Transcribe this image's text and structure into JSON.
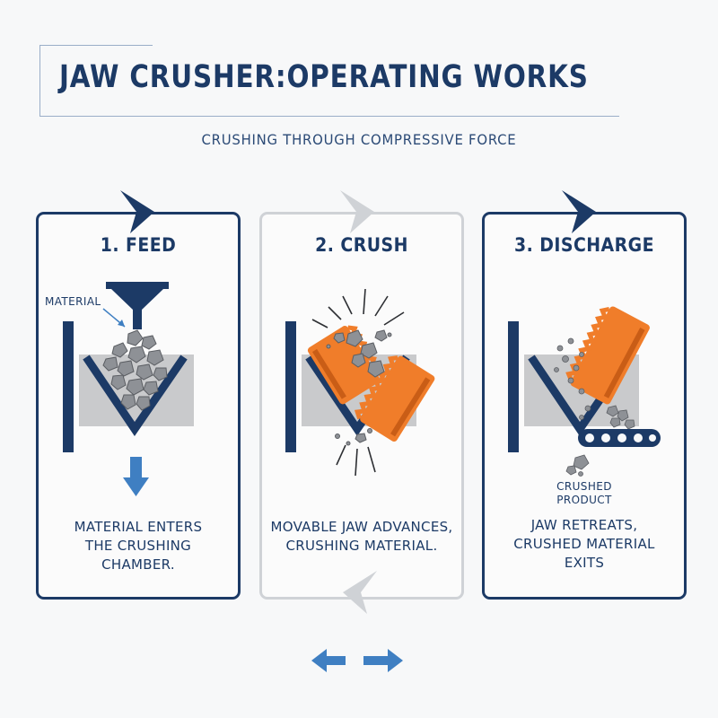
{
  "title": "JAW CRUSHER:OPERATING WORKS",
  "subtitle": "CRUSHING THROUGH COMPRESSIVE FORCE",
  "colors": {
    "navy": "#1c3a66",
    "orange": "#f07d2a",
    "rock": "#8b8e93",
    "arrow_blue": "#3f7fc2",
    "chamber_gray": "#c9cacc"
  },
  "steps": [
    {
      "heading": "1. FEED",
      "caption_lines": [
        "MATERIAL ENTERS",
        "THE CRUSHING",
        "CHAMBER."
      ],
      "label": "MATERIAL"
    },
    {
      "heading": "2. CRUSH",
      "caption_lines": [
        "MOVABLE JAW ADVANCES,",
        "CRUSHING MATERIAL."
      ]
    },
    {
      "heading": "3. DISCHARGE",
      "caption_lines": [
        "JAW RETREATS,",
        "CRUSHED MATERIAL",
        "EXITS"
      ],
      "product_lines": [
        "CRUSHED",
        "PRODUCT"
      ]
    }
  ],
  "icons": [
    "cycle-arrow-icon",
    "funnel-icon",
    "down-arrow-icon",
    "conveyor-icon",
    "left-right-arrows-icon"
  ]
}
